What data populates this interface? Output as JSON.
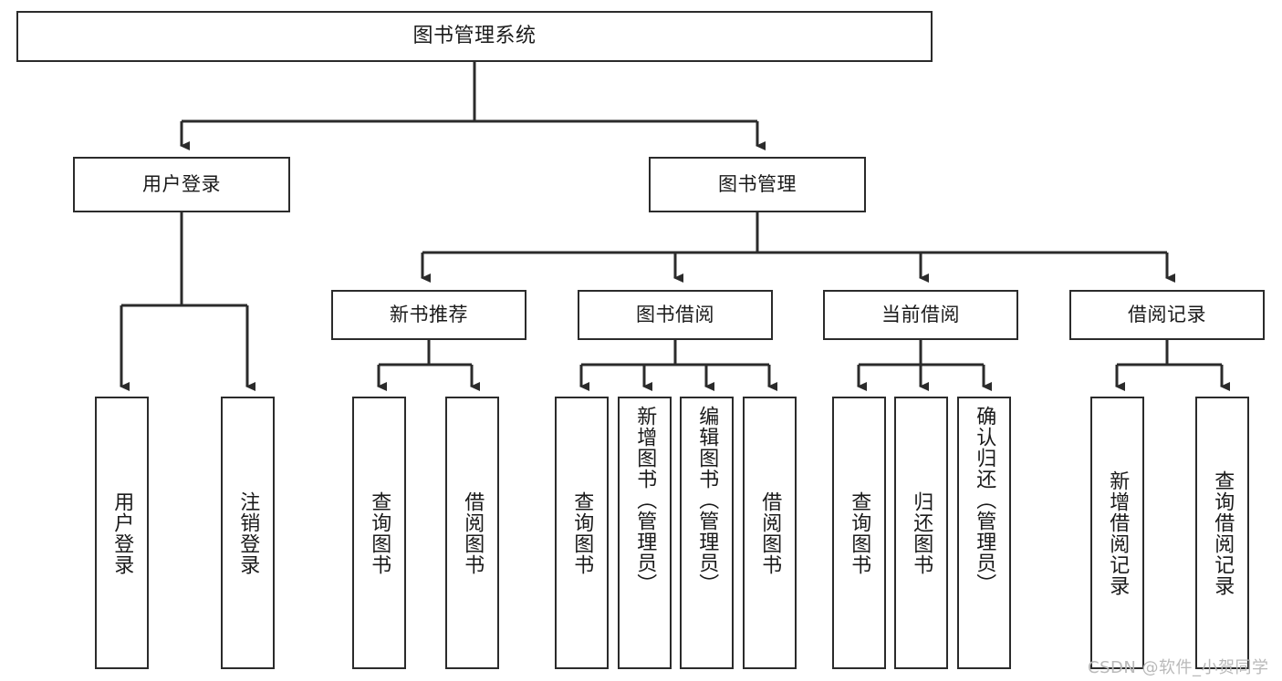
{
  "diagram": {
    "title": "图书管理系统",
    "type": "hierarchy-tree",
    "watermark": "CSDN @软件_小贺同学",
    "colors": {
      "stroke": "#2b2b2b",
      "fill": "#ffffff",
      "text": "#1a1a1a",
      "watermark": "#b9b9b9"
    },
    "nodes": {
      "root": {
        "label": "图书管理系统"
      },
      "level2": [
        {
          "label": "用户登录"
        },
        {
          "label": "图书管理"
        }
      ],
      "level3": [
        {
          "label": "新书推荐"
        },
        {
          "label": "图书借阅"
        },
        {
          "label": "当前借阅"
        },
        {
          "label": "借阅记录"
        }
      ],
      "leaves": {
        "user_login": [
          {
            "label": "用户登录"
          },
          {
            "label": "注销登录"
          }
        ],
        "new_book_recommend": [
          {
            "label": "查询图书"
          },
          {
            "label": "借阅图书"
          }
        ],
        "book_borrow": [
          {
            "label": "查询图书"
          },
          {
            "label": "新增图书（管理员）"
          },
          {
            "label": "编辑图书（管理员）"
          },
          {
            "label": "借阅图书"
          }
        ],
        "current_borrow": [
          {
            "label": "查询图书"
          },
          {
            "label": "归还图书"
          },
          {
            "label": "确认归还（管理员）"
          }
        ],
        "borrow_record": [
          {
            "label": "新增借阅记录"
          },
          {
            "label": "查询借阅记录"
          }
        ]
      }
    }
  }
}
